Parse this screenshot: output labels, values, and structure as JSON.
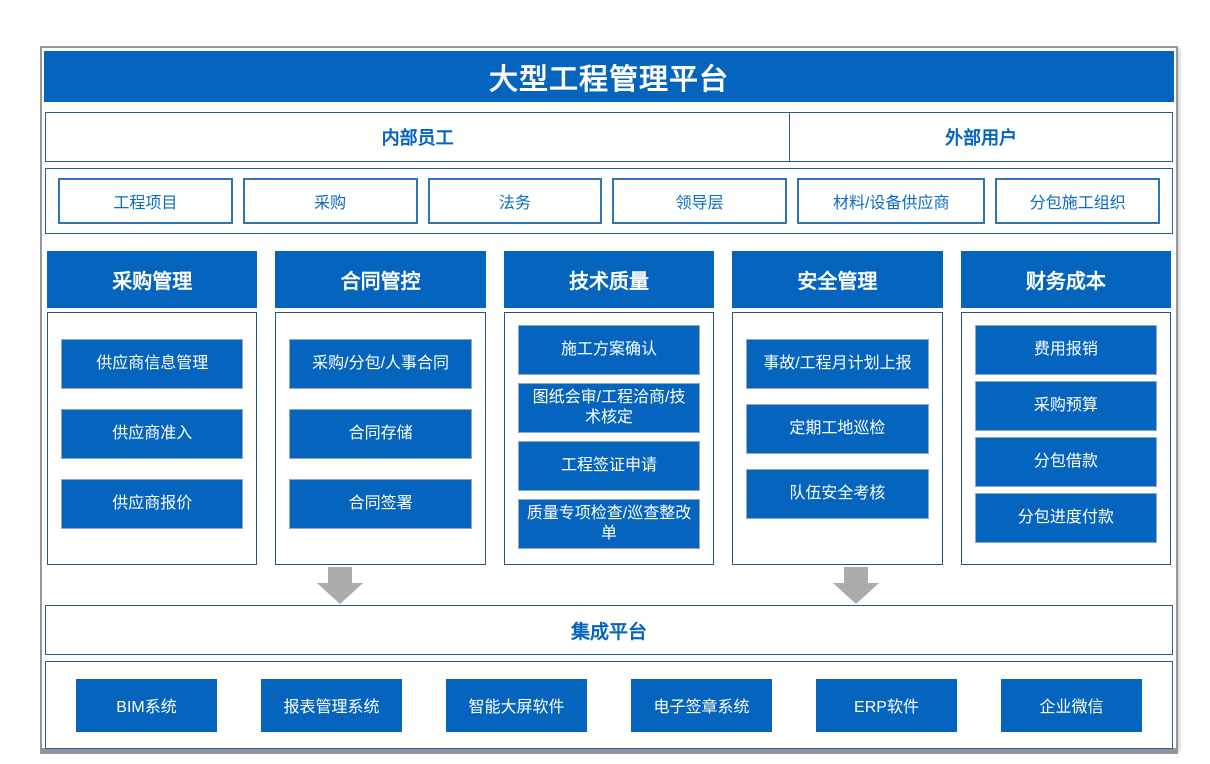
{
  "title": "大型工程管理平台",
  "user_groups": [
    {
      "label": "内部员工"
    },
    {
      "label": "外部用户"
    }
  ],
  "roles": [
    {
      "label": "工程项目"
    },
    {
      "label": "采购"
    },
    {
      "label": "法务"
    },
    {
      "label": "领导层"
    },
    {
      "label": "材料/设备供应商"
    },
    {
      "label": "分包施工组织"
    }
  ],
  "modules": [
    {
      "header": "采购管理",
      "items": [
        "供应商信息管理",
        "供应商准入",
        "供应商报价"
      ]
    },
    {
      "header": "合同管控",
      "items": [
        "采购/分包/人事合同",
        "合同存储",
        "合同签署"
      ]
    },
    {
      "header": "技术质量",
      "items": [
        "施工方案确认",
        "图纸会审/工程洽商/技术核定",
        "工程签证申请",
        "质量专项检查/巡查整改单"
      ]
    },
    {
      "header": "安全管理",
      "items": [
        "事故/工程月计划上报",
        "定期工地巡检",
        "队伍安全考核"
      ]
    },
    {
      "header": "财务成本",
      "items": [
        "费用报销",
        "采购预算",
        "分包借款",
        "分包进度付款"
      ]
    }
  ],
  "integration": {
    "label": "集成平台"
  },
  "systems": [
    {
      "label": "BIM系统"
    },
    {
      "label": "报表管理系统"
    },
    {
      "label": "智能大屏软件"
    },
    {
      "label": "电子签章系统"
    },
    {
      "label": "ERP软件"
    },
    {
      "label": "企业微信"
    }
  ],
  "colors": {
    "primary": "#0564be",
    "panel_border": "#2b5c8a",
    "role_text": "#0b6cc1",
    "arrow": "#ababab",
    "frame_border": "#979797"
  }
}
